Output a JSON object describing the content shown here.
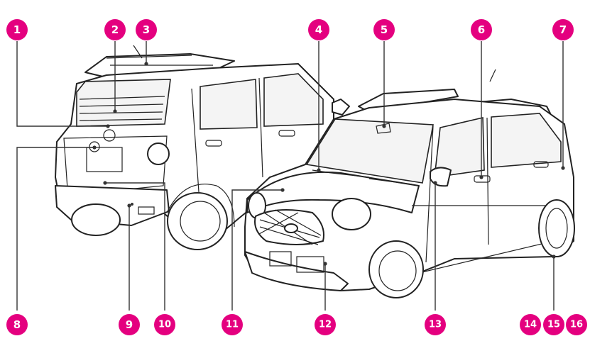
{
  "colors": {
    "badge": "#e4007f",
    "badge_text": "#ffffff",
    "line": "#222222"
  },
  "callouts": {
    "c1": "1",
    "c2": "2",
    "c3": "3",
    "c4": "4",
    "c5": "5",
    "c6": "6",
    "c7": "7",
    "c8": "8",
    "c9": "9",
    "c10": "10",
    "c11": "11",
    "c12": "12",
    "c13": "13",
    "c14": "14",
    "c15": "15",
    "c16": "16"
  }
}
